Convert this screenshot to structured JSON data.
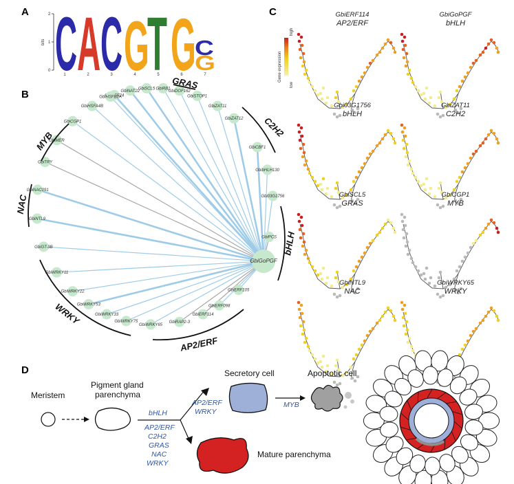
{
  "panels": {
    "a": "A",
    "b": "B",
    "c": "C",
    "d": "D"
  },
  "logo": {
    "ylabel": "bits",
    "yticks": [
      "0",
      "1",
      "2"
    ],
    "positions": [
      "1",
      "2",
      "3",
      "4",
      "5",
      "6",
      "7"
    ],
    "letters": [
      {
        "char": "C",
        "color": "#2b2aa8"
      },
      {
        "char": "A",
        "color": "#d63a2a"
      },
      {
        "char": "C",
        "color": "#2b2aa8"
      },
      {
        "char": "G",
        "color": "#f2a51a"
      },
      {
        "char": "T",
        "color": "#2f7d2f"
      },
      {
        "char": "G",
        "color": "#f2a51a"
      },
      {
        "char": "C",
        "color": "#2b2aa8"
      },
      {
        "char": "G",
        "color": "#f2a51a"
      }
    ]
  },
  "network": {
    "hub": "GbiGoPGF",
    "nodes": [
      "GbiHSF24",
      "GbiNAT22",
      "GbiSCL5",
      "GbiRB1",
      "GbiDOF162",
      "GbiSTOP1",
      "GbiZAT11",
      "GbiZAT12",
      "GbiCBF1",
      "GbibHLH130",
      "Gbi03G1756",
      "GbiPCS",
      "GbiNGA4",
      "GbiERF105",
      "GbiERF098",
      "GbiERF114",
      "GbiRAP2-3",
      "GbiWRKY65",
      "GbiWRKY75",
      "GbiWRKY33",
      "GbiWRKY53",
      "GbiWRKY22",
      "GbiWRKY11",
      "GbiGT-3B",
      "GbiNTL9",
      "GbiNAC091",
      "GbiTRY",
      "GbiMER",
      "GbiCGP1",
      "GbiHSFA4B",
      "GbiHSFB2A"
    ],
    "families": [
      "GRAS",
      "C2H2",
      "bHLH",
      "AP2/ERF",
      "WRKY",
      "NAC",
      "MYB"
    ]
  },
  "expression": {
    "legend_title": "Gene expression",
    "legend_high": "high",
    "legend_low": "low",
    "plots": [
      {
        "gene": "GbiERF114",
        "family": "AP2/ERF"
      },
      {
        "gene": "GbiGoPGF",
        "family": "bHLH"
      },
      {
        "gene": "Gbi03G1756",
        "family": "bHLH"
      },
      {
        "gene": "GbiZAT11",
        "family": "C2H2"
      },
      {
        "gene": "GbiSCL5",
        "family": "GRAS"
      },
      {
        "gene": "GbiCGP1",
        "family": "MYB"
      },
      {
        "gene": "GbiNTL9",
        "family": "NAC"
      },
      {
        "gene": "GbiWRKY65",
        "family": "WRKY"
      }
    ]
  },
  "model": {
    "meristem": "Meristem",
    "pigment_line1": "Pigment gland",
    "pigment_line2": "parenchyma",
    "secretory": "Secretory cell",
    "apoptotic": "Apoptotic cell",
    "mature": "Mature parenchyma",
    "tf_bhlh": "bHLH",
    "tf_upper": [
      "AP2/ERF",
      "WRKY"
    ],
    "tf_myb": "MYB",
    "tf_lower": [
      "AP2/ERF",
      "C2H2",
      "GRAS",
      "NAC",
      "WRKY"
    ]
  }
}
